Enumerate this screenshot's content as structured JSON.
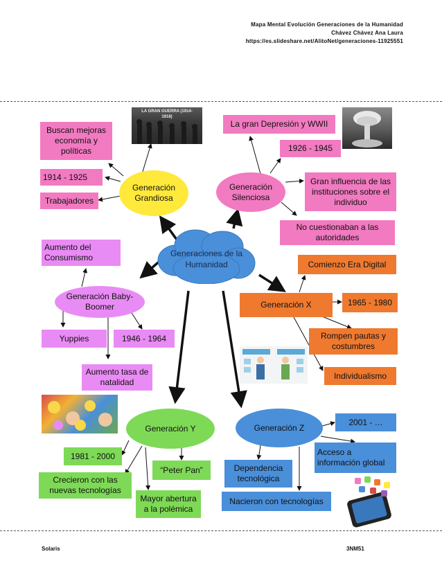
{
  "header": {
    "line1": "Mapa Mental Evolución Generaciones de la Humanidad",
    "line2": "Chávez Chávez Ana Laura",
    "line3": "https://es.slideshare.net/AlitoNet/generaciones-11925551"
  },
  "footer": {
    "left": "Solaris",
    "right": "3NM51"
  },
  "center": {
    "label": "Generaciones de la Humanidad"
  },
  "grandiosa": {
    "label": "Generación Grandiosa",
    "b1": "Buscan mejoras economía y políticas",
    "b2": "1914 - 1925",
    "b3": "Trabajadores",
    "photo_caption": "LA GRAN GUERRA (1914-1918)"
  },
  "silenciosa": {
    "label": "Generación Silenciosa",
    "b1": "La gran Depresión y WWII",
    "b2": "1926 - 1945",
    "b3": "Gran influencia de las instituciones sobre el individuo",
    "b4": "No cuestionaban a las autoridades"
  },
  "boomer": {
    "label": "Generación Baby-Boomer",
    "b1": "Aumento del Consumismo",
    "b2": "Yuppies",
    "b3": "1946 - 1964",
    "b4": "Aumento tasa de natalidad"
  },
  "genx": {
    "label": "Generación X",
    "b1": "Comienzo Era Digital",
    "b2": "1965 - 1980",
    "b3": "Rompen pautas y costumbres",
    "b4": "Individualismo"
  },
  "geny": {
    "label": "Generación Y",
    "b1": "1981 - 2000",
    "b2": "“Peter Pan”",
    "b3": "Crecieron con las nuevas tecnologías",
    "b4": "Mayor abertura a la polémica"
  },
  "genz": {
    "label": "Generación Z",
    "b1": "2001 - …",
    "b2": "Acceso a información global",
    "b3": "Dependencia tecnológica",
    "b4": "Nacieron con tecnologías"
  },
  "colors": {
    "pink": "#f27ac1",
    "violet": "#e98bf4",
    "blue": "#4a8fd9",
    "orange": "#ef7a2f",
    "green": "#7ed957",
    "yellow": "#ffe93a"
  }
}
